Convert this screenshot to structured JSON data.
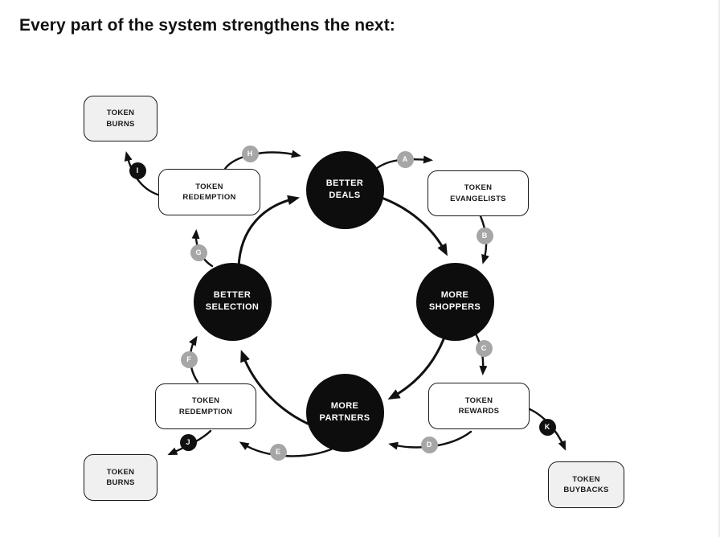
{
  "page": {
    "title": "Every part of the system strengthens the next:"
  },
  "nodes": {
    "better_deals": {
      "line1": "BETTER",
      "line2": "DEALS"
    },
    "more_shoppers": {
      "line1": "MORE",
      "line2": "SHOPPERS"
    },
    "better_selection": {
      "line1": "BETTER",
      "line2": "SELECTION"
    },
    "more_partners": {
      "line1": "MORE",
      "line2": "PARTNERS"
    },
    "token_burns_top": {
      "line1": "TOKEN",
      "line2": "BURNS"
    },
    "token_redemption_top": {
      "line1": "TOKEN",
      "line2": "REDEMPTION"
    },
    "token_evangelists": {
      "line1": "TOKEN",
      "line2": "EVANGELISTS"
    },
    "token_rewards": {
      "line1": "TOKEN",
      "line2": "REWARDS"
    },
    "token_redemption_bottom": {
      "line1": "TOKEN",
      "line2": "REDEMPTION"
    },
    "token_burns_bottom": {
      "line1": "TOKEN",
      "line2": "BURNS"
    },
    "token_buybacks": {
      "line1": "TOKEN",
      "line2": "BUYBACKS"
    }
  },
  "badges": {
    "a": "A",
    "b": "B",
    "c": "C",
    "d": "D",
    "e": "E",
    "f": "F",
    "g": "G",
    "h": "H",
    "i": "I",
    "j": "J",
    "k": "K"
  },
  "colors": {
    "hub_fill": "#0d0d0d",
    "hub_text": "#ffffff",
    "badge_gray": "#a6a6a6",
    "badge_black": "#111111",
    "box_white": "#ffffff",
    "box_gray": "#f0f0f0",
    "box_border": "#1a1a1a",
    "arrow": "#111111",
    "background": "#ffffff"
  }
}
